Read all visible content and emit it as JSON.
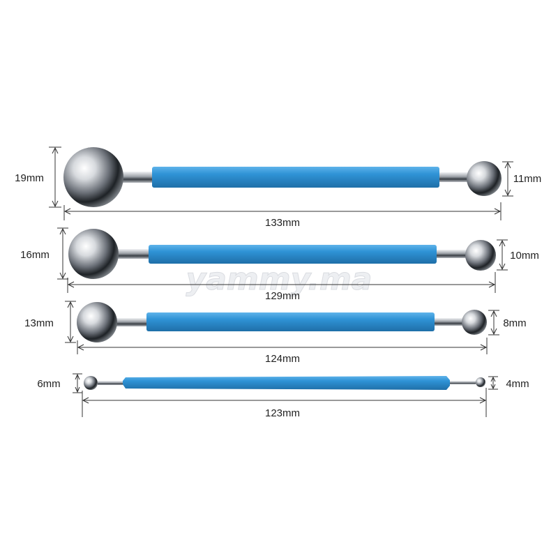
{
  "watermark": "yammy.ma",
  "colors": {
    "handle": "#2f93d6",
    "handle_dark": "#1f6fa8",
    "metal": "#c9ccd1",
    "dim_line": "#333333"
  },
  "tools": [
    {
      "left_ball": "19mm",
      "right_ball": "11mm",
      "length": "133mm"
    },
    {
      "left_ball": "16mm",
      "right_ball": "10mm",
      "length": "129mm"
    },
    {
      "left_ball": "13mm",
      "right_ball": "8mm",
      "length": "124mm"
    },
    {
      "left_ball": "6mm",
      "right_ball": "4mm",
      "length": "123mm"
    }
  ]
}
